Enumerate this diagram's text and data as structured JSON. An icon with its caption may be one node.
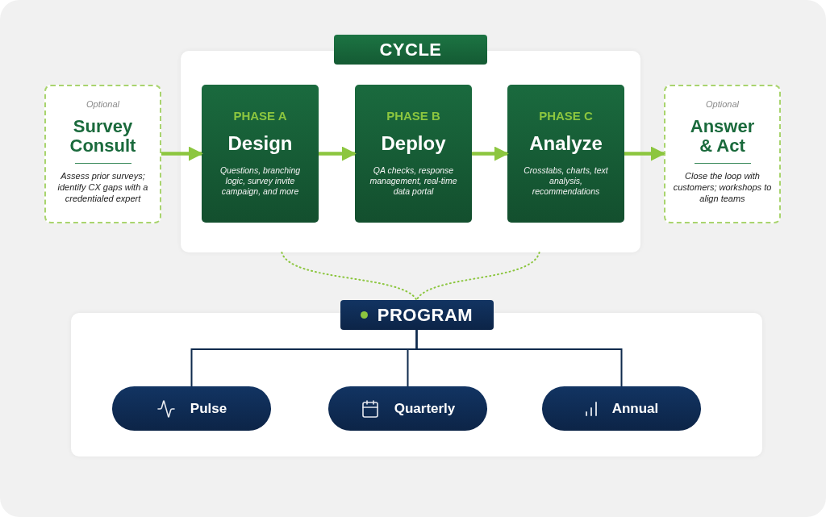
{
  "diagram": {
    "nodes": [
      {
        "text": [
          "Optional",
          "Survey Consult",
          "Assess prior surveys; identify CX gaps with a credentialed expert"
        ]
      },
      {
        "text": [
          "CYCLE"
        ]
      },
      {
        "text": [
          "PHASE A",
          "Design",
          "Questions, branching logic, survey invite campaign, and more"
        ],
        "in": 1
      },
      {
        "text": [
          "PHASE B",
          "Deploy",
          "QA checks, response management, real-time data portal"
        ],
        "in": 1
      },
      {
        "text": [
          "PHASE C",
          "Analyze",
          "Crosstabs, charts, text analysis, recommendations"
        ],
        "in": 1
      },
      {
        "text": [
          "Optional",
          "Answer & Act",
          "Close the loop with customers; workshops to align teams"
        ]
      },
      {
        "text": [
          "PROGRAM"
        ]
      },
      {
        "text": [
          "Pulse"
        ],
        "in": 6
      },
      {
        "text": [
          "Quarterly"
        ],
        "in": 6
      },
      {
        "text": [
          "Annual"
        ],
        "in": 6
      }
    ],
    "edges": [
      {
        "from": 0,
        "to": 2,
        "arrow": "to",
        "style": "thick"
      },
      {
        "from": 2,
        "to": 3,
        "arrow": "to",
        "style": "thick"
      },
      {
        "from": 3,
        "to": 4,
        "arrow": "to",
        "style": "thick"
      },
      {
        "from": 4,
        "to": 5,
        "arrow": "to",
        "style": "thick"
      },
      {
        "from": 1,
        "to": 6,
        "arrow": "none",
        "style": "dashed"
      },
      {
        "from": 1,
        "to": 6,
        "arrow": "none",
        "style": "dashed"
      },
      {
        "from": 6,
        "to": 7,
        "arrow": "none",
        "color": "#0f2a4d"
      },
      {
        "from": 6,
        "to": 8,
        "arrow": "none",
        "color": "#0f2a4d"
      },
      {
        "from": 6,
        "to": 9,
        "arrow": "none",
        "color": "#0f2a4d"
      }
    ]
  }
}
